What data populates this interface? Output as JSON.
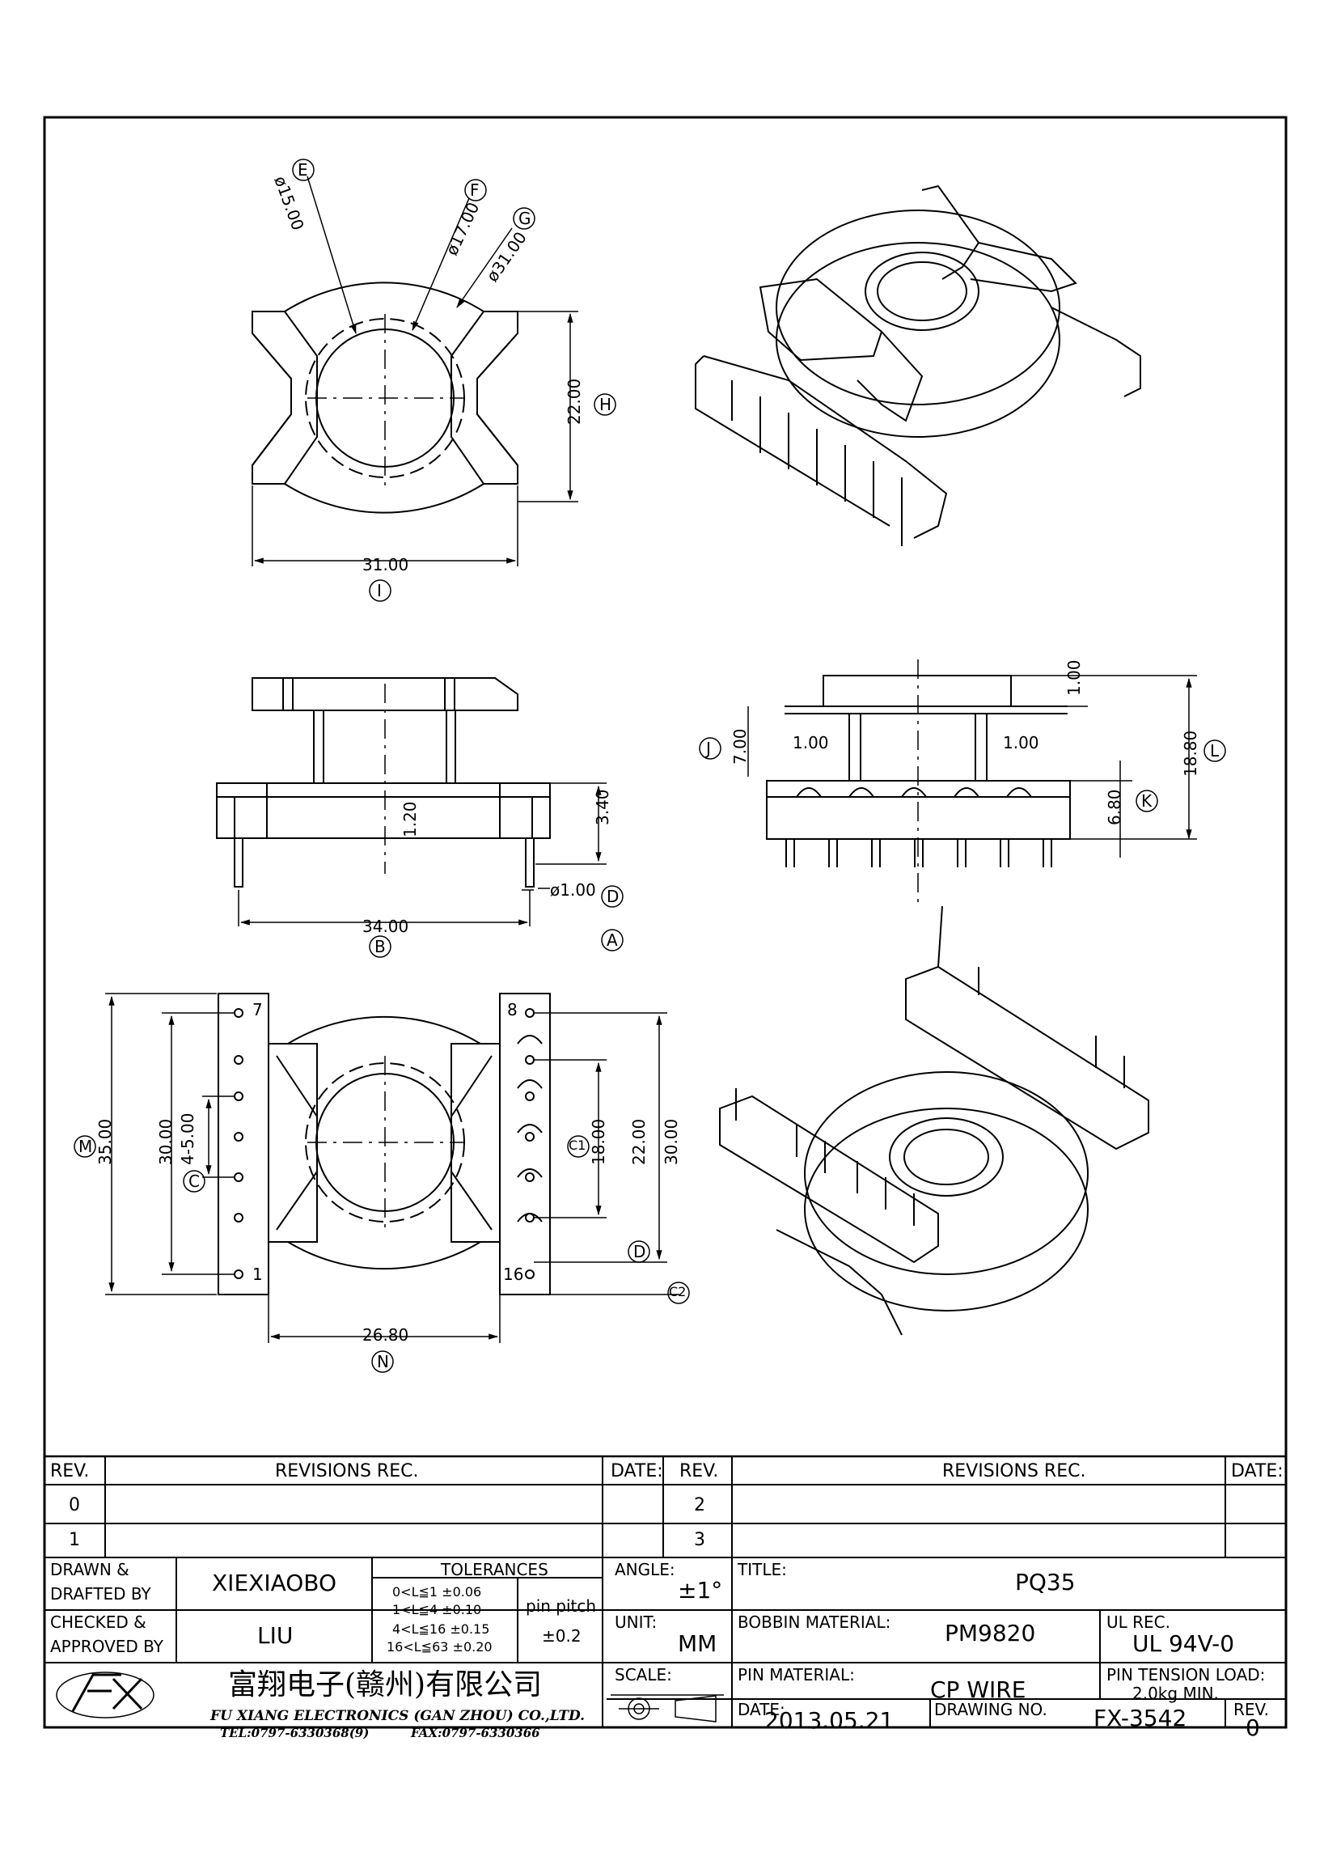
{
  "dimensions": {
    "top_view": {
      "phi_e": "ø15.00",
      "phi_f": "ø17.00",
      "phi_g": "ø31.00",
      "height": "22.00",
      "width": "31.00"
    },
    "front_view": {
      "pin_span": "34.00",
      "flange": "3.40",
      "gap": "1.20",
      "pin_dia": "ø1.00"
    },
    "side_view": {
      "top": "1.00",
      "left": "1.00",
      "right": "1.00",
      "j": "7.00",
      "k": "6.80",
      "l": "18.80"
    },
    "bottom_view": {
      "m": "35.00",
      "c_outer": "30.00",
      "c_pitch": "4-5.00",
      "c1": "18.00",
      "d": "22.00",
      "c2": "30.00",
      "n": "26.80"
    }
  },
  "markers": {
    "A": "A",
    "B": "B",
    "C": "C",
    "C1": "C1",
    "C2": "C2",
    "D": "D",
    "E": "E",
    "F": "F",
    "G": "G",
    "H": "H",
    "I": "I",
    "J": "J",
    "K": "K",
    "L": "L",
    "M": "M",
    "N": "N"
  },
  "pins": {
    "p7": "7",
    "p8": "8",
    "p1": "1",
    "p16": "16"
  },
  "title_block": {
    "rev_label": "REV.",
    "revisions_label": "REVISIONS   REC.",
    "date_label": "DATE:",
    "rev_rows_left": [
      "0",
      "1"
    ],
    "rev_rows_right": [
      "2",
      "3"
    ],
    "drawn_label": "DRAWN &",
    "drafted_label": "DRAFTED BY",
    "drawn_by": "XIEXIAOBO",
    "checked_label": "CHECKED &",
    "approved_label": "APPROVED BY",
    "approved_by": "LIU",
    "tolerances_label": "TOLERANCES",
    "tolerance_rows": [
      "0<L≦1    ±0.06",
      "1<L≦4    ±0.10",
      "4<L≦16   ±0.15",
      "16<L≦63  ±0.20"
    ],
    "pin_pitch_label": "pin pitch",
    "pin_pitch_value": "±0.2",
    "angle_label": "ANGLE:",
    "angle_value": "±1°",
    "unit_label": "UNIT:",
    "unit_value": "MM",
    "scale_label": "SCALE:",
    "title_label": "TITLE:",
    "title_value": "PQ35",
    "bobbin_label": "BOBBIN  MATERIAL:",
    "bobbin_value": "PM9820",
    "ul_label": "UL  REC.",
    "ul_value": "UL  94V-0",
    "pin_material_label": "PIN  MATERIAL:",
    "pin_material_value": "CP  WIRE",
    "tension_label": "PIN  TENSION  LOAD:",
    "tension_value": "2.0kg  MIN.",
    "date_value": "2013.05.21",
    "drawing_no_label": "DRAWING  NO.",
    "drawing_no_value": "FX-3542",
    "rev_value": "0",
    "company_cn": "富翔电子(赣州)有限公司",
    "company_en": "FU XIANG ELECTRONICS (GAN ZHOU) CO.,LTD.",
    "tel": "TEL:0797-6330368(9)",
    "fax": "FAX:0797-6330366"
  }
}
